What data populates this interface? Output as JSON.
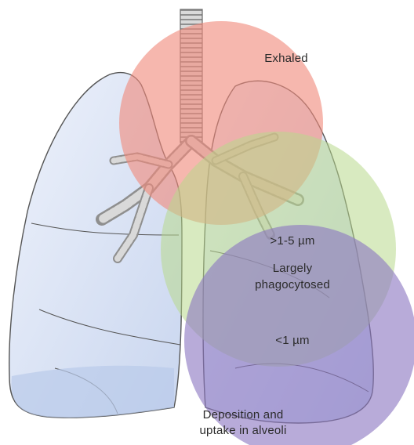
{
  "zones": {
    "exhaled": {
      "label": "Exhaled",
      "color": "#f08a7c"
    },
    "phagocytosed": {
      "size_label": ">1-5 µm",
      "label_line1": "Largely",
      "label_line2": "phagocytosed",
      "color": "#b8d98c"
    },
    "alveoli": {
      "size_label": "<1 µm",
      "label_line1": "Deposition and",
      "label_line2": "uptake in alveoli",
      "color": "#8c77c2"
    }
  }
}
